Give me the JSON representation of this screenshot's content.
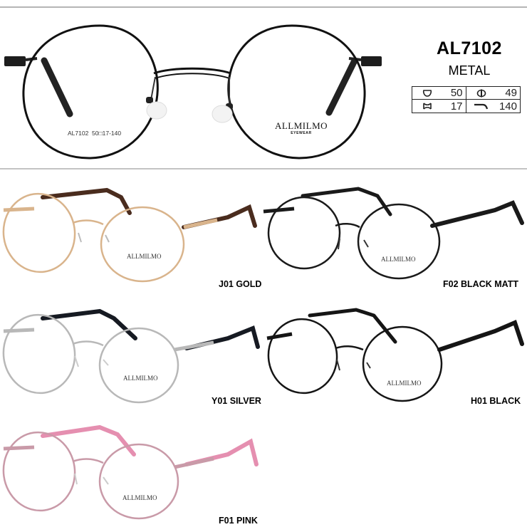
{
  "product": {
    "model": "AL7102",
    "material": "METAL",
    "temple_print": "AL7102  50□17-140",
    "brand": "ALLMILMO",
    "brand_sub": "EYEWEAR"
  },
  "specs": [
    {
      "icon": "lens-width-icon",
      "value": "50"
    },
    {
      "icon": "lens-height-icon",
      "value": "49"
    },
    {
      "icon": "bridge-width-icon",
      "value": "17"
    },
    {
      "icon": "temple-length-icon",
      "value": "140"
    }
  ],
  "variants": [
    {
      "code": "J01",
      "label": "J01 GOLD",
      "frame_color": "#d9b48c",
      "temple_color": "#4a2c1e"
    },
    {
      "code": "F02",
      "label": "F02 BLACK MATT",
      "frame_color": "#1a1a1a",
      "temple_color": "#1a1a1a"
    },
    {
      "code": "Y01",
      "label": "Y01 SILVER",
      "frame_color": "#b8b8b8",
      "temple_color": "#161a22"
    },
    {
      "code": "H01",
      "label": "H01 BLACK",
      "frame_color": "#151515",
      "temple_color": "#151515"
    },
    {
      "code": "F01",
      "label": "F01 PINK",
      "frame_color": "#c99aa8",
      "temple_color": "#e58fb0"
    }
  ],
  "colors": {
    "rule": "#b5b5b5",
    "frame_main": "#111111"
  }
}
